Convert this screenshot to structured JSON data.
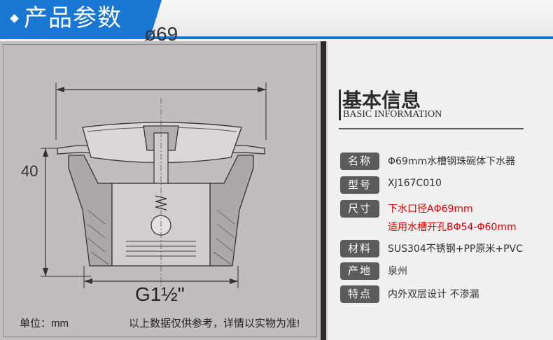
{
  "header": {
    "title": "产品参数"
  },
  "drawing": {
    "diameter_label": "ø69",
    "height_label": "40",
    "thread_label": "G1½\"",
    "unit_label": "单位：mm",
    "note": "以上数据仅供参考，详情以实物为准!"
  },
  "info": {
    "title": "基本信息",
    "subtitle": "BASIC INFORMATION",
    "specs": [
      {
        "label": "名称",
        "value": "Φ69mm水槽钢珠碗体下水器"
      },
      {
        "label": "型号",
        "value": "XJ167C010"
      },
      {
        "label": "尺寸",
        "value": "下水口径AΦ69mm",
        "value2": "适用水槽开孔BΦ54-Φ60mm"
      },
      {
        "label": "材料",
        "value": "SUS304不锈钢+PP原米+PVC"
      },
      {
        "label": "产地",
        "value": "泉州"
      },
      {
        "label": "特点",
        "value": "内外双层设计 不渗漏"
      }
    ]
  },
  "colors": {
    "accent": "#1976d2",
    "label_bg": "#5b5b5b",
    "highlight": "#e00000"
  }
}
